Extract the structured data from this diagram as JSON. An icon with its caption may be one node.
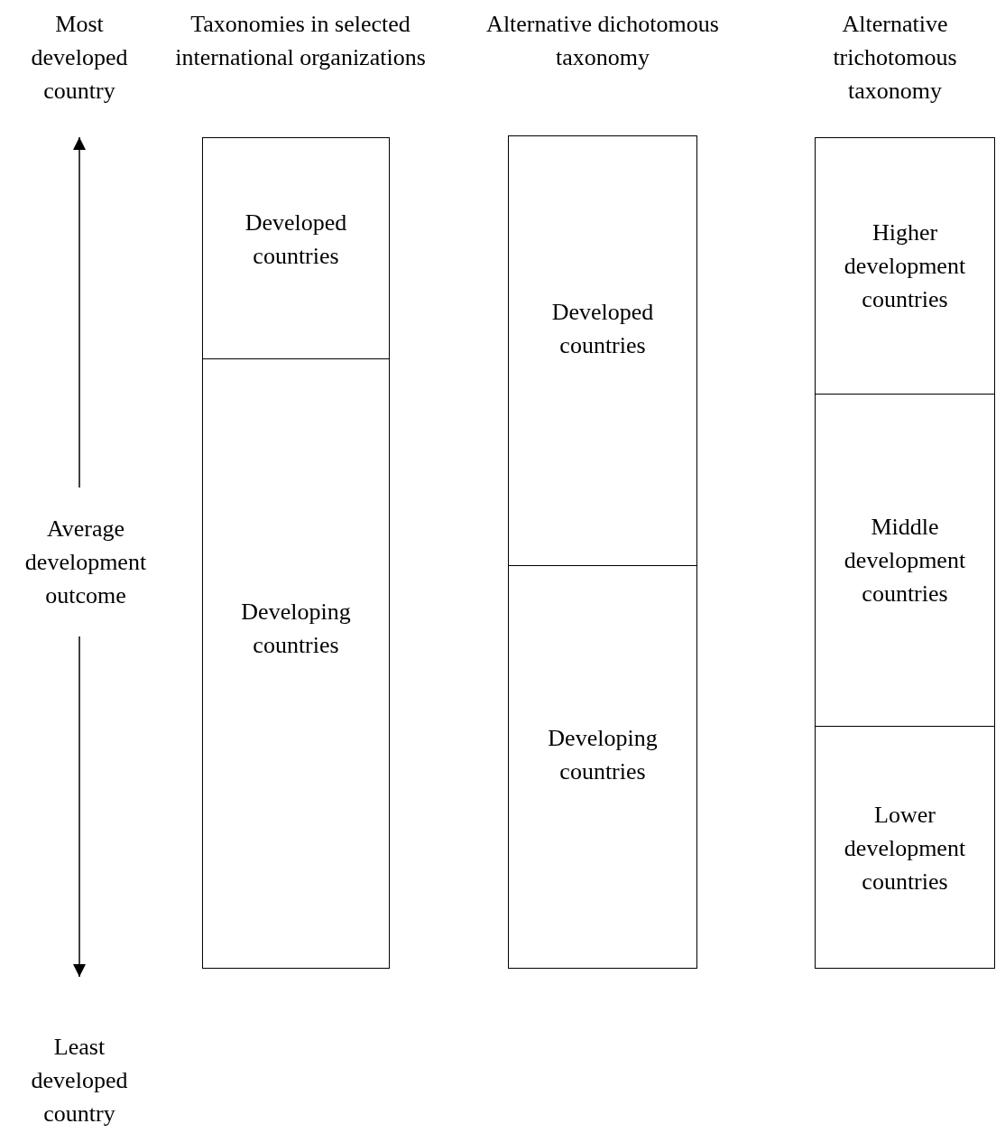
{
  "diagram": {
    "nodes": [
      {
        "text": [
          "Most developed country"
        ]
      },
      {
        "text": [
          "Average development outcome"
        ]
      },
      {
        "text": [
          "Least developed country"
        ]
      },
      {
        "text": [
          "Taxonomies in selected international organizations"
        ]
      },
      {
        "text": [
          "Developed countries"
        ],
        "in": 3
      },
      {
        "text": [
          "Developing countries"
        ],
        "in": 3
      },
      {
        "text": [
          "Alternative dichotomous taxonomy"
        ]
      },
      {
        "text": [
          "Developed countries"
        ],
        "in": 6
      },
      {
        "text": [
          "Developing countries"
        ],
        "in": 6
      },
      {
        "text": [
          "Alternative trichotomous taxonomy"
        ]
      },
      {
        "text": [
          "Higher development countries"
        ],
        "in": 9
      },
      {
        "text": [
          "Middle development countries"
        ],
        "in": 9
      },
      {
        "text": [
          "Lower development countries"
        ],
        "in": 9
      }
    ],
    "edges": [
      {
        "from": 1,
        "to": 0,
        "arrow": "to"
      },
      {
        "from": 1,
        "to": 2,
        "arrow": "to"
      }
    ]
  }
}
